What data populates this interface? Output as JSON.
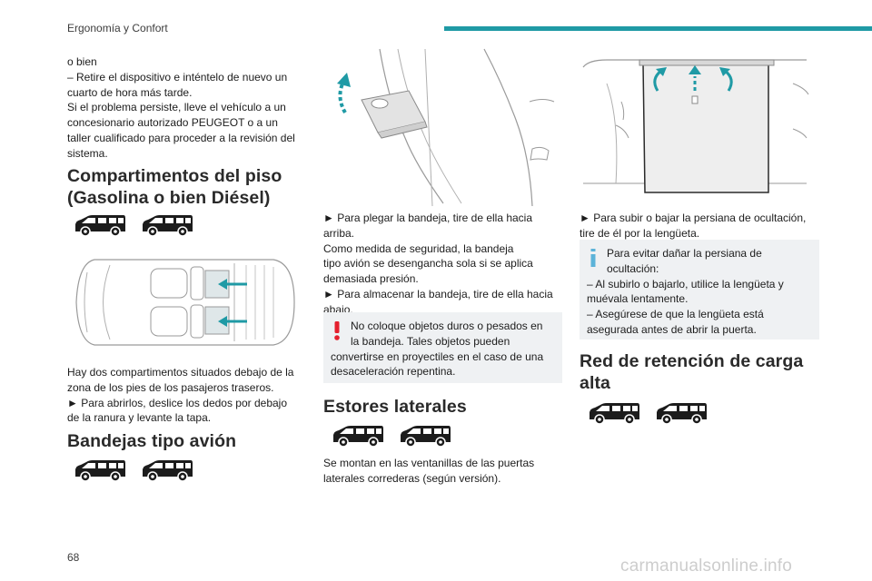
{
  "header": {
    "section_title": "Ergonomía y Confort"
  },
  "page_number": "68",
  "watermark": "carmanualsonline.info",
  "col1": {
    "intro": [
      "o bien",
      "– Retire el dispositivo e inténtelo de nuevo un",
      "cuarto de hora más tarde.",
      "Si el problema persiste, lleve el vehículo a un",
      "concesionario autorizado PEUGEOT o a un",
      "taller cualificado para proceder a la revisión del",
      "sistema."
    ],
    "floor_title_1": "Compartimentos del piso",
    "floor_title_2": "(Gasolina o bien Diésel)",
    "floor_text": [
      "Hay dos compartimentos situados debajo de la",
      "zona de los pies de los pasajeros traseros.",
      "► Para abrirlos, deslice los dedos por debajo",
      "de la ranura y levante la tapa."
    ],
    "tray_title": "Bandejas tipo avión"
  },
  "col2": {
    "tray_text": [
      "► Para plegar la bandeja, tire de ella hacia",
      "arriba.",
      "Como medida de seguridad, la bandeja",
      "tipo avión se desengancha sola si se aplica",
      "demasiada presión.",
      "► Para almacenar la bandeja, tire de ella hacia",
      "abajo."
    ],
    "warning": [
      "No coloque objetos duros o pesados en",
      "la bandeja. Tales objetos pueden",
      "convertirse en proyectiles en el caso de una",
      "desaceleración repentina."
    ],
    "blinds_title": "Estores laterales",
    "blinds_text": [
      "Se montan en las ventanillas de las puertas",
      "laterales correderas (según versión)."
    ]
  },
  "col3": {
    "blind_text": [
      "► Para subir o bajar la persiana de ocultación,",
      "tire de él por la lengüeta."
    ],
    "info": [
      "Para evitar dañar la persiana de",
      "ocultación:",
      "– Al subirlo o bajarlo, utilice la lengüeta y",
      "muévala lentamente.",
      "– Asegúrese de que la lengüeta está",
      "asegurada antes de abrir la puerta."
    ],
    "net_title_1": "Red de retención de carga",
    "net_title_2": "alta"
  },
  "colors": {
    "accent": "#1f9aa5",
    "warning": "#e4202e",
    "info": "#5cb3d9",
    "note_bg": "#eff1f3"
  },
  "icons": [
    "van-short-icon",
    "van-long-icon",
    "warning-icon",
    "info-icon"
  ]
}
